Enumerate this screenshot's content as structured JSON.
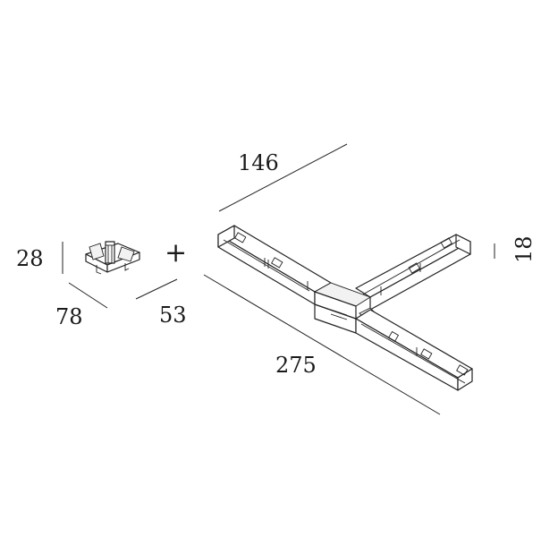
{
  "connector": {
    "height_label": "28",
    "length_label": "78",
    "width_label": "53"
  },
  "plus_sign": "+",
  "track": {
    "short_arm_label": "146",
    "total_length_label": "275",
    "height_label": "18"
  }
}
